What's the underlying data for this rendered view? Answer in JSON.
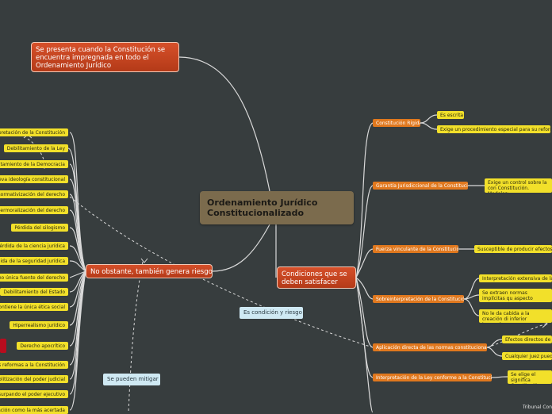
{
  "center": "Ordenamiento Jurídico Constitucionalizado",
  "top_branch": "Se presenta cuando la Constitución se encuentra impregnada en todo el Ordenamiento Jurídico",
  "right_branch": "Condiciones que se deben satisfacer",
  "left_branch": "No obstante, también genera riesgos",
  "condition_link": "Es condición y riesgo",
  "mitigate_link": "Se pueden mitigar",
  "conditions": [
    {
      "label": "Constitución Rígida",
      "children": [
        "Es escrita",
        "Exige un procedimiento especial para su reforma"
      ]
    },
    {
      "label": "Garantía Jurisdiccional de la Constitución",
      "children": [
        "Exige un control sobre la con Constitución. Modelos:"
      ]
    },
    {
      "label": "Fuerza vinculante de la Constitución",
      "children": [
        "Susceptible de producir efectos ju"
      ]
    },
    {
      "label": "Sobreinterpretación de la Constitución",
      "children": [
        "Interpretación extensiva de la C",
        "Se extraen normas implícitas qu aspecto",
        "No le da cabida a la creación di inferior jerarquía"
      ]
    },
    {
      "label": "Aplicación directa de las normas constitucionales",
      "children": [
        "Efectos directos de la",
        "Cualquier juez puede"
      ]
    },
    {
      "label": "Interpretación de la Ley conforme a la Constitución",
      "children": [
        "Se elige el significa Constitución"
      ]
    }
  ],
  "risks": [
    "Interpretación de la Constitución",
    "Debilitamiento de la Ley",
    "Debilitamiento de la Democracia",
    "Nueva ideología constitucional",
    "Desnormativización del derecho",
    "Hipermoralización del derecho",
    "Pérdida del silogismo",
    "Pérdida de la ciencia jurídica",
    "Pérdida de la seguridad jurídica",
    "Como única fuente del derecho",
    "Debilitamiento del Estado",
    "Que contiene la única ética social",
    "Hiperrealismo jurídico",
    "Derecho apocrítico",
    "Las reformas a la Constitución",
    "Politización del poder judicial",
    "Usurpando el poder ejecutivo",
    "Vinculación como la más acertada"
  ],
  "footer": "Tribunal Con",
  "colors": {
    "background": "#373d3e",
    "center": "#7b6b4d",
    "main_branch": "#c5441f",
    "topic": "#e0781e",
    "leaf": "#f2e02a",
    "note": "#cfe9f3",
    "line": "#d9d9d9"
  }
}
